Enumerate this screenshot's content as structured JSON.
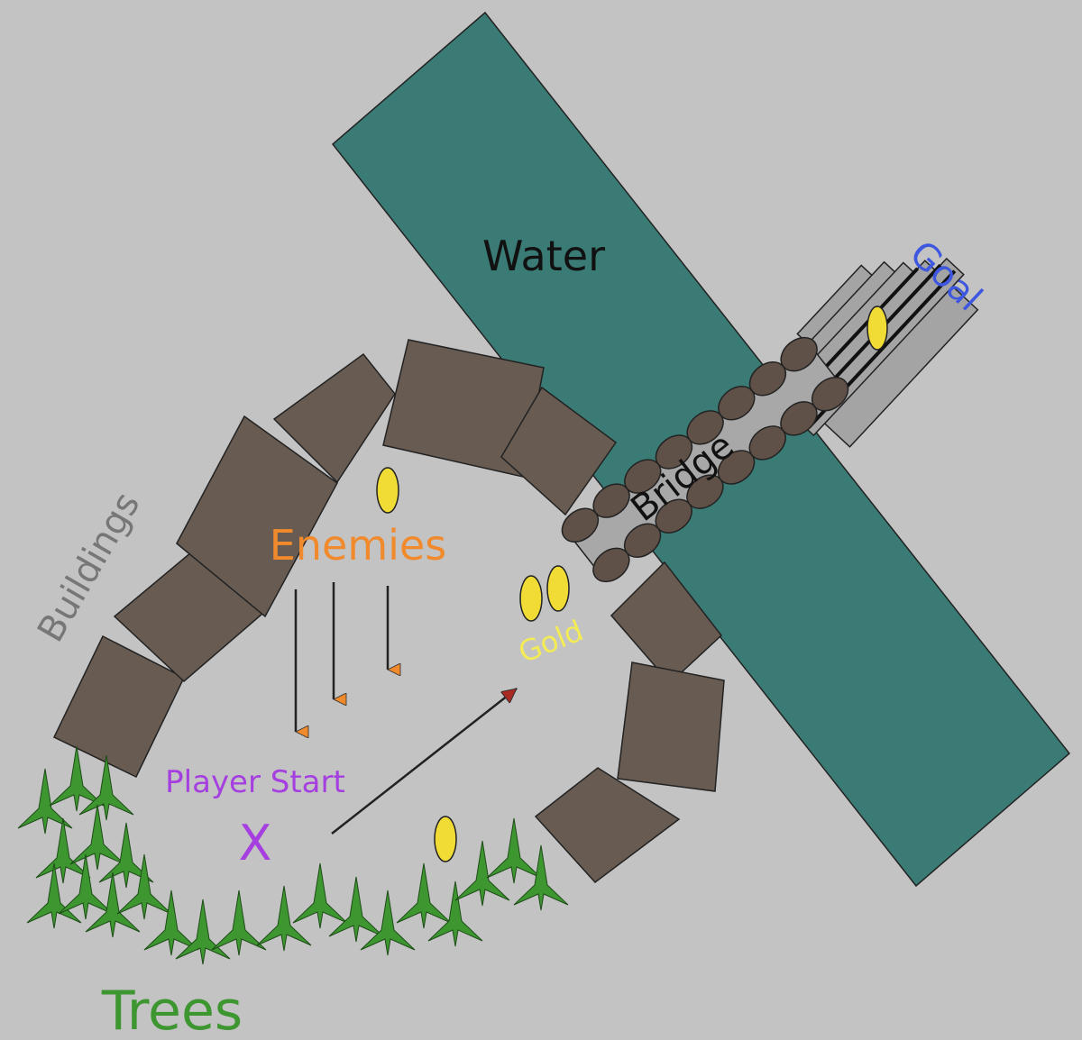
{
  "labels": {
    "water": "Water",
    "goal": "Goal",
    "bridge": "Bridge",
    "buildings": "Buildings",
    "enemies": "Enemies",
    "gold": "Gold",
    "player_start": "Player Start",
    "player_marker": "X",
    "trees": "Trees"
  },
  "colors": {
    "background": "#c3c3c3",
    "water": "#3b7b75",
    "building": "#675b52",
    "bridge_deck": "#a8a8a8",
    "bridge_stone": "#5f5148",
    "goal_steps": "#a4a4a4",
    "gold": "#f1dc36",
    "tree": "#3d9630",
    "enemy_arrowhead": "#f08a2c",
    "player_arrowhead": "#a82a22",
    "label_water": "#111111",
    "label_goal": "#3d57e0",
    "label_bridge": "#111111",
    "label_buildings": "#777777",
    "label_enemies": "#f08a2c",
    "label_gold": "#f3ec55",
    "label_player": "#a53fe0",
    "label_trees": "#3d9630"
  },
  "icons": {
    "gold": "gold-coin-icon",
    "tree": "tree-icon",
    "enemy_path": "down-arrow-icon",
    "player_path": "diagonal-arrow-icon"
  }
}
